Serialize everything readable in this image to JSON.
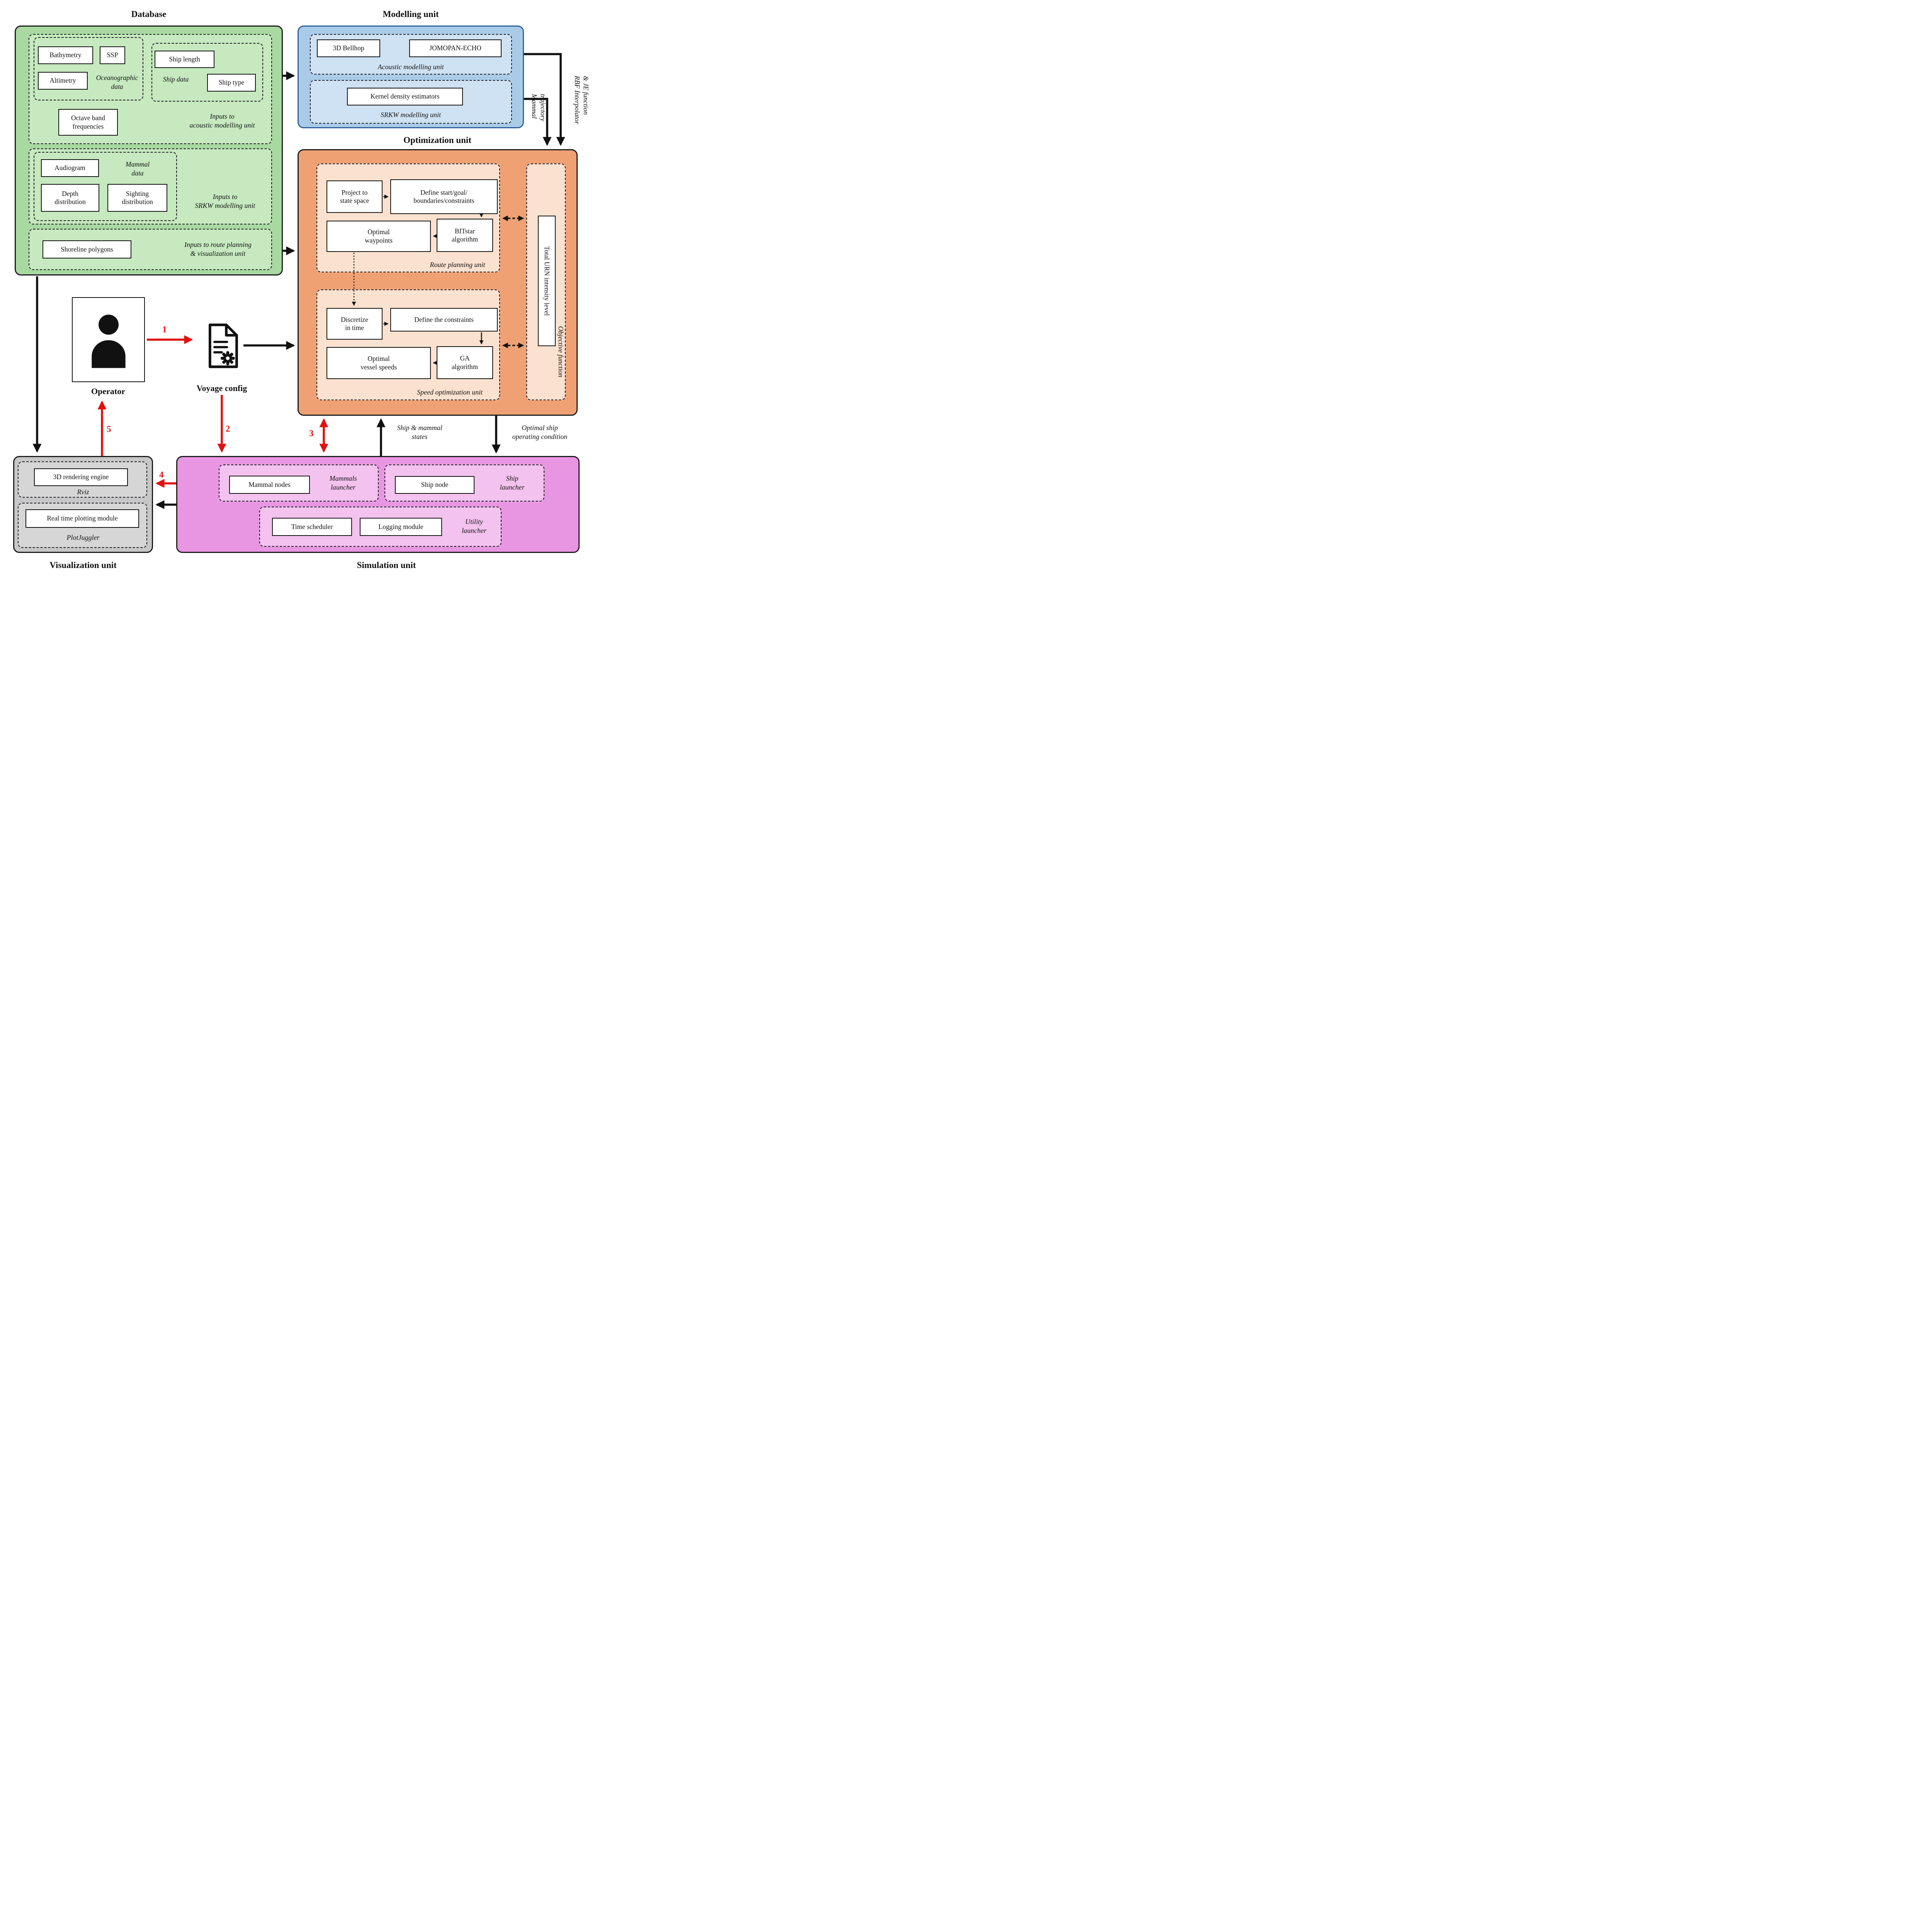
{
  "colors": {
    "database_fill": "#a8d9a0",
    "database_inner": "#c6e9bf",
    "modelling_fill": "#a9cbe8",
    "modelling_inner": "#cfe2f4",
    "optimization_fill": "#f0a173",
    "optimization_inner": "#fbe1cf",
    "simulation_fill": "#e896e2",
    "simulation_inner": "#f4c2ef",
    "visualization_fill": "#c7c7c7",
    "visualization_inner": "#d6d6d6",
    "arrow_red": "#e11212",
    "arrow_black": "#111111"
  },
  "database": {
    "title": "Database",
    "bathymetry": "Bathymetry",
    "ssp": "SSP",
    "altimetry": "Altimetry",
    "oceanographic_label": "Oceanographic\ndata",
    "ship_length": "Ship length",
    "ship_data_label": "Ship data",
    "ship_type": "Ship type",
    "octave": "Octave band\nfrequencies",
    "acoustic_inputs_label": "Inputs to\nacoustic modelling unit",
    "audiogram": "Audiogram",
    "mammal_data_label": "Mammal\ndata",
    "depth": "Depth\ndistribution",
    "sighting": "Sighting\ndistribution",
    "srkw_inputs_label": "Inputs to\nSRKW modelling unit",
    "shoreline": "Shoreline polygons",
    "route_inputs_label": "Inputs to route planning\n& visualization unit"
  },
  "modelling": {
    "title": "Modelling unit",
    "bellhop": "3D Bellhop",
    "jomopan": "JOMOPAN-ECHO",
    "acoustic_label": "Acoustic modelling unit",
    "kernel": "Kernel density estimators",
    "srkw_label": "SRKW modelling unit"
  },
  "optimization": {
    "title": "Optimization unit",
    "project": "Project to\nstate space",
    "define_start": "Define start/goal/\nboundaries/constraints",
    "waypoints": "Optimal\nwaypoints",
    "bitstar": "BITstar\nalgorithm",
    "route_label": "Route planning unit",
    "discretize": "Discretize\nin time",
    "define_constraints": "Define the constraints",
    "vessel_speeds": "Optimal\nvessel speeds",
    "ga": "GA\nalgorithm",
    "speed_label": "Speed optimization unit",
    "total_urn": "Total URN intensity level",
    "objective_label": "Objective function"
  },
  "operator": {
    "label": "Operator"
  },
  "voyage": {
    "label": "Voyage config"
  },
  "visualization": {
    "title": "Visualization unit",
    "rendering": "3D rendering engine",
    "rviz": "Rviz",
    "plotting": "Real time plotting module",
    "plotjuggler": "PlotJuggler"
  },
  "simulation": {
    "title": "Simulation unit",
    "mammal_nodes": "Mammal nodes",
    "mammals_launcher": "Mammals\nlauncher",
    "ship_node": "Ship node",
    "ship_launcher": "Ship\nlauncher",
    "time_scheduler": "Time scheduler",
    "logging": "Logging module",
    "utility_launcher": "Utility\nlauncher"
  },
  "edges": {
    "mammal_trajectory": "Mammal\ntrajectory",
    "rbf": "RBF Interpolator\n& JE function",
    "ship_mammal_states": "Ship & mammal\nstates",
    "optimal_ship": "Optimal  ship\noperating condition",
    "n1": "1",
    "n2": "2",
    "n3": "3",
    "n4": "4",
    "n5": "5"
  },
  "icons": {
    "operator": "person-icon",
    "voyage": "document-gear-icon"
  }
}
